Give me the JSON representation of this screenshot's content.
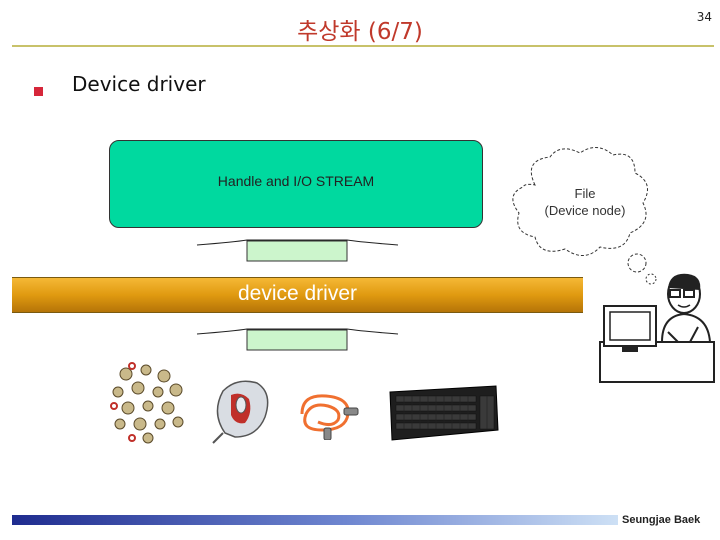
{
  "slide": {
    "title": "추상화 (6/7)",
    "page_number": "34"
  },
  "bullet": {
    "text": "Device driver"
  },
  "diagram": {
    "stream_box_label": "Handle and I/O STREAM",
    "driver_bar_label": "device driver",
    "thought_line1": "File",
    "thought_line2": "(Device node)"
  },
  "devices": [
    {
      "icon": "screws-icon"
    },
    {
      "icon": "mouse-icon"
    },
    {
      "icon": "cable-icon"
    },
    {
      "icon": "keyboard-icon"
    }
  ],
  "footer": {
    "author": "Seungjae Baek"
  },
  "colors": {
    "title": "#c0392b",
    "bullet": "#d6263a",
    "stream_box": "#00d99f",
    "driver_bar": "#e09a10",
    "connector": "#ccf5cc"
  }
}
